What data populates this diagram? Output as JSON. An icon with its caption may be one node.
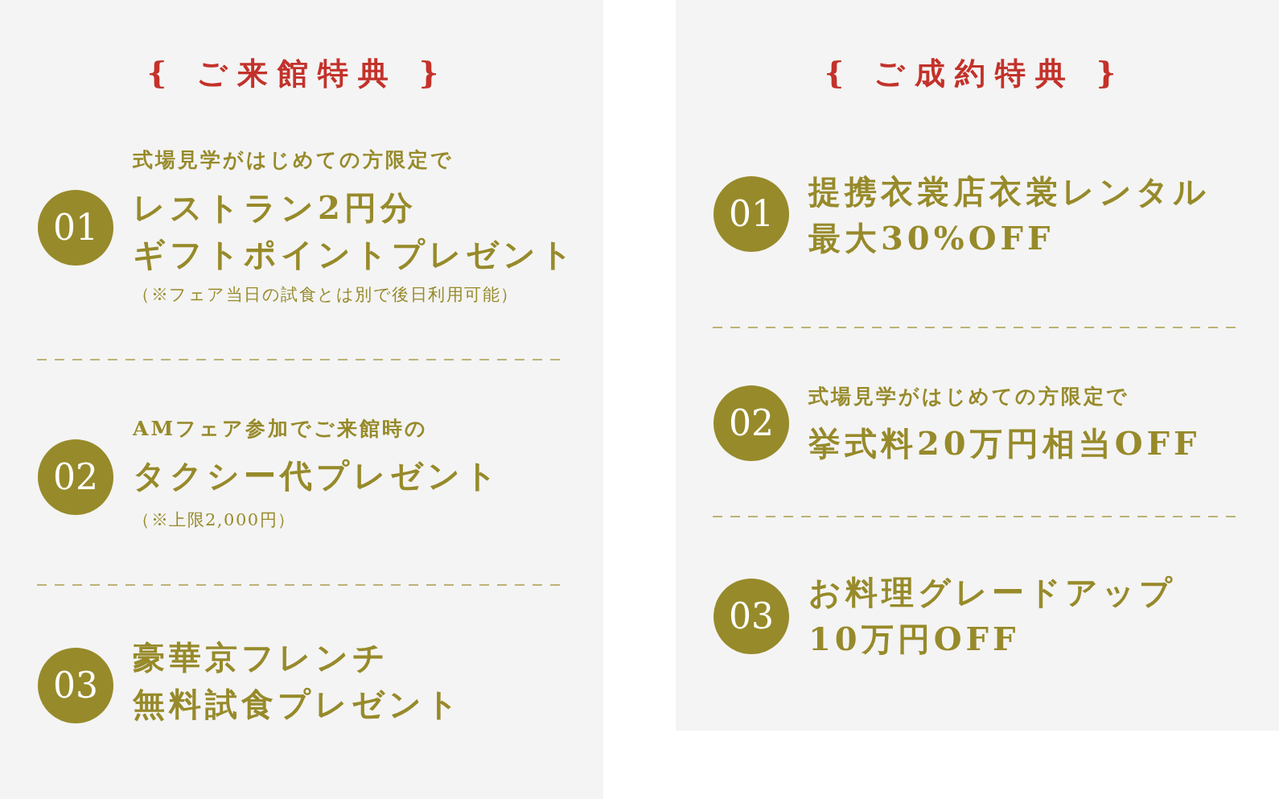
{
  "diagram": {
    "nodes": [
      {
        "text": [
          "{ ご来館特典 }"
        ]
      },
      {
        "text": [
          "01"
        ],
        "in": 0,
        "beside": [
          "式場見学がはじめての方限定で",
          "レストラン2円分ギフトポイントプレゼント",
          "（※フェア当日の試食とは別で後日利用可能）"
        ]
      },
      {
        "text": [
          "02"
        ],
        "in": 0,
        "beside": [
          "AMフェア参加でご来館時の",
          "タクシー代プレゼント",
          "（※上限2,000円）"
        ]
      },
      {
        "text": [
          "03"
        ],
        "in": 0,
        "beside": [
          "豪華京フレンチ無料試食プレゼント"
        ]
      },
      {
        "text": [
          "{ ご成約特典 }"
        ]
      },
      {
        "text": [
          "01"
        ],
        "in": 4,
        "beside": [
          "提携衣裳店衣裳レンタル最大30%OFF"
        ]
      },
      {
        "text": [
          "02"
        ],
        "in": 4,
        "beside": [
          "式場見学がはじめての方限定で",
          "挙式料20万円相当OFF"
        ]
      },
      {
        "text": [
          "03"
        ],
        "in": 4,
        "beside": [
          "お料理グレードアップ10万円OFF"
        ]
      }
    ]
  }
}
